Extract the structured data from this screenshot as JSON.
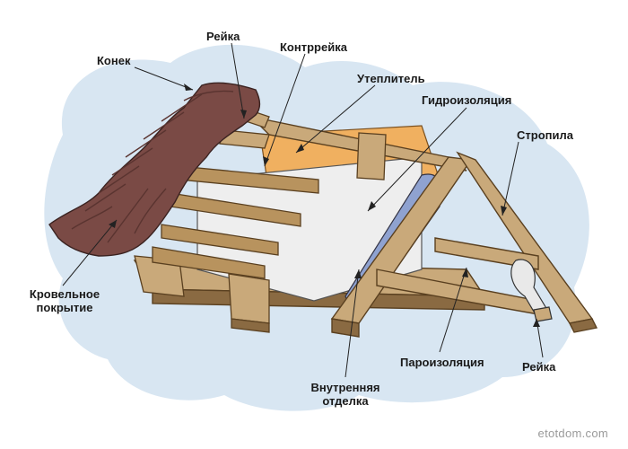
{
  "labels": {
    "konek": "Конек",
    "reyka_top": "Рейка",
    "kontrreyka": "Контррейка",
    "uteplitel": "Утеплитель",
    "gidroizolyaciya": "Гидроизоляция",
    "stropila": "Стропила",
    "krovelnoe_1": "Кровельное",
    "krovelnoe_2": "покрытие",
    "paroizolyaciya": "Пароизоляция",
    "reyka_bottom": "Рейка",
    "vnutrennyaya_1": "Внутренняя",
    "vnutrennyaya_2": "отделка"
  },
  "watermark": "etotdom.com",
  "colors": {
    "background_blob": "#d8e6f2",
    "roof_tile": "#7a4a45",
    "roof_tile_dark": "#5a3430",
    "wood": "#c9a97a",
    "wood_dark": "#8a6a42",
    "insulation": "#f0b060",
    "membrane": "#eeeeee",
    "vapor_barrier_blue": "#8fa2d0",
    "leader_line": "#222222"
  }
}
